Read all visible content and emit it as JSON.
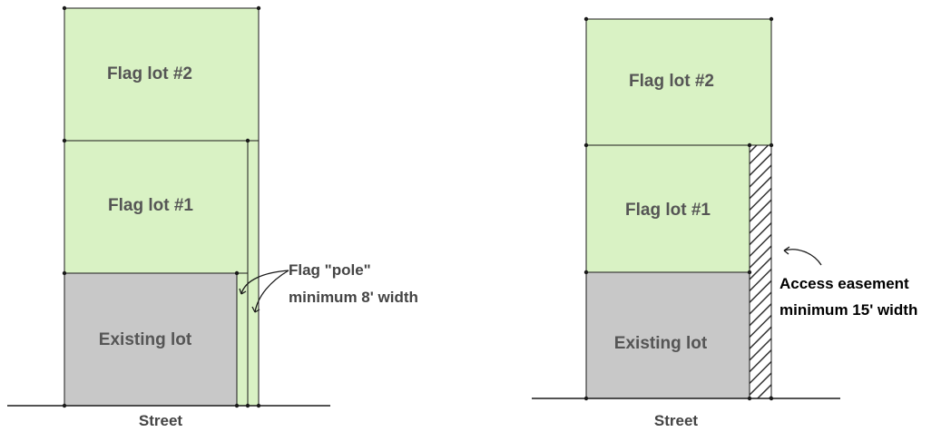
{
  "left_diagram": {
    "flag_lot_2": "Flag lot #2",
    "flag_lot_1": "Flag lot #1",
    "existing_lot": "Existing lot",
    "note_line1": "Flag \"pole\"",
    "note_line2": "minimum 8' width",
    "street": "Street"
  },
  "right_diagram": {
    "flag_lot_2": "Flag lot #2",
    "flag_lot_1": "Flag lot #1",
    "existing_lot": "Existing lot",
    "note_line1": "Access easement",
    "note_line2": "minimum 15' width",
    "street": "Street"
  },
  "colors": {
    "flag_lot_fill": "#d9f2c4",
    "existing_lot_fill": "#c8c8c8",
    "outline": "#1a1a1a"
  }
}
